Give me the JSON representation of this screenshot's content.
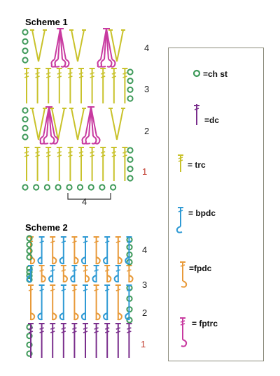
{
  "scheme1": {
    "title": "Scheme 1",
    "row_labels": [
      "4",
      "3",
      "2",
      "1"
    ],
    "repeat_label": "4"
  },
  "scheme2": {
    "title": "Scheme 2",
    "row_labels": [
      "4",
      "3",
      "2",
      "1"
    ]
  },
  "legend": {
    "items": [
      {
        "symbol": "ch st",
        "label": "=ch st",
        "color": "#3f9a5a"
      },
      {
        "symbol": "dc",
        "label": "=dc",
        "color": "#7a2e8c"
      },
      {
        "symbol": "trc",
        "label": "= trc",
        "color": "#c9c22b"
      },
      {
        "symbol": "bpdc",
        "label": "= bpdc",
        "color": "#2f9ad4"
      },
      {
        "symbol": "fpdc",
        "label": "=fpdc",
        "color": "#e89a3a"
      },
      {
        "symbol": "fptrc",
        "label": "= fptrc",
        "color": "#c83aa0"
      }
    ]
  },
  "colors": {
    "chain": "#3f9a5a",
    "dc": "#7a2e8c",
    "trc": "#c9c22b",
    "bpdc": "#2f9ad4",
    "fpdc": "#e89a3a",
    "fptrc": "#c83aa0",
    "row1_label": "#c0392b",
    "row_label": "#222222"
  }
}
